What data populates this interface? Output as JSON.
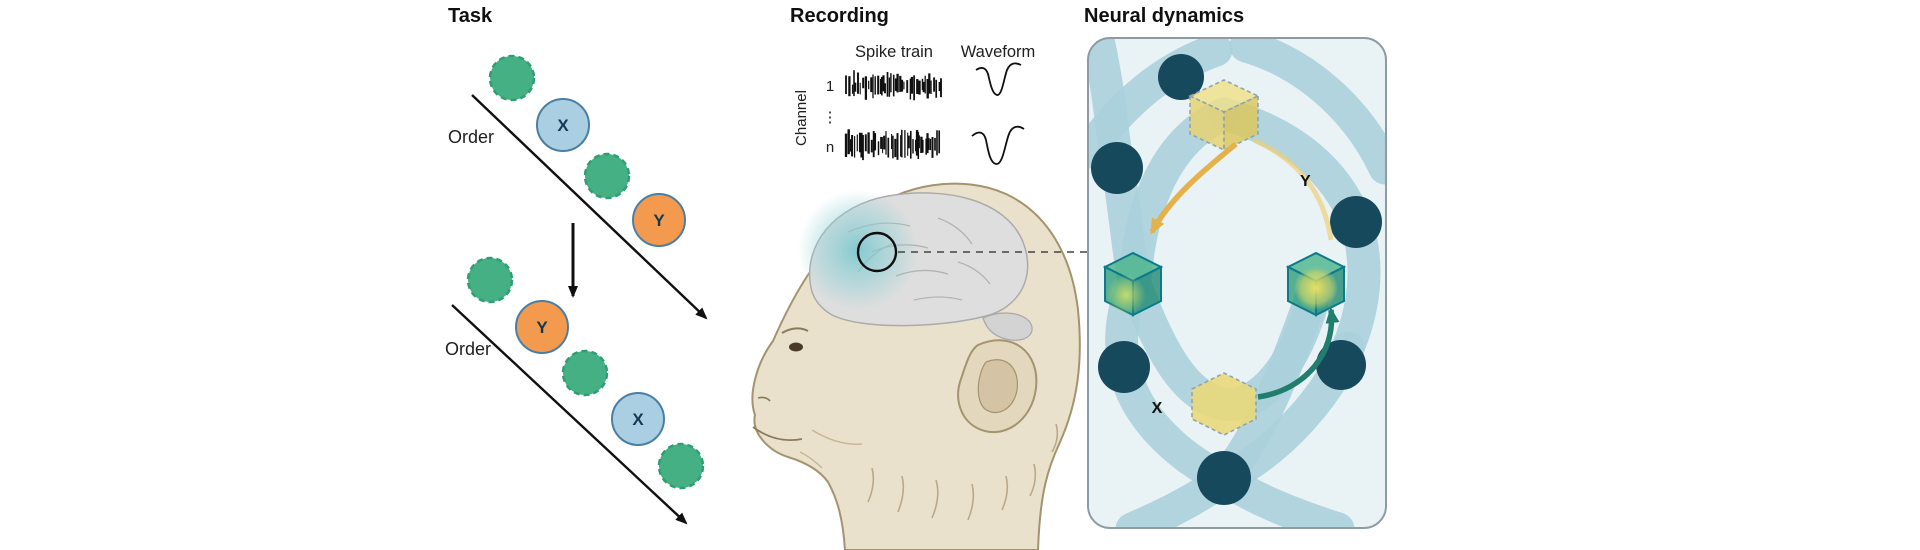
{
  "figure": {
    "task": {
      "title": "Task",
      "label_x": "X",
      "label_y": "Y",
      "sequence1": {
        "order_label": "Order",
        "items": [
          "distractor",
          "X",
          "distractor",
          "Y"
        ]
      },
      "sequence2": {
        "order_label": "Order",
        "items": [
          "distractor",
          "Y",
          "distractor",
          "X",
          "distractor"
        ]
      }
    },
    "recording": {
      "title": "Recording",
      "spike_train_label": "Spike train",
      "waveform_label": "Waveform",
      "channel_axis_label": "Channel",
      "channel_first": "1",
      "channel_dots": "⋮",
      "channel_last": "n"
    },
    "neural_dynamics": {
      "title": "Neural dynamics",
      "label_y": "Y",
      "label_x": "X"
    },
    "colors": {
      "green_stimulus": "#45b083",
      "blue_stimulus_fill": "#aacfe3",
      "blue_stimulus_border": "#4a7fa5",
      "orange_stimulus_fill": "#f49a4e",
      "orange_stimulus_border": "#4a7fa5",
      "dark_state_node": "#17495c",
      "state_band": "#abd0dc",
      "panel_background": "#e9f3f6",
      "cube_yellow": "#e9d877",
      "cube_green": "#2fa57e",
      "arrow_yellow": "#e4b14b",
      "arrow_teal": "#217d6d",
      "monkey_skin": "#eae1cd",
      "brain_gray": "#dedede",
      "recording_highlight": "#72c6ce"
    }
  }
}
